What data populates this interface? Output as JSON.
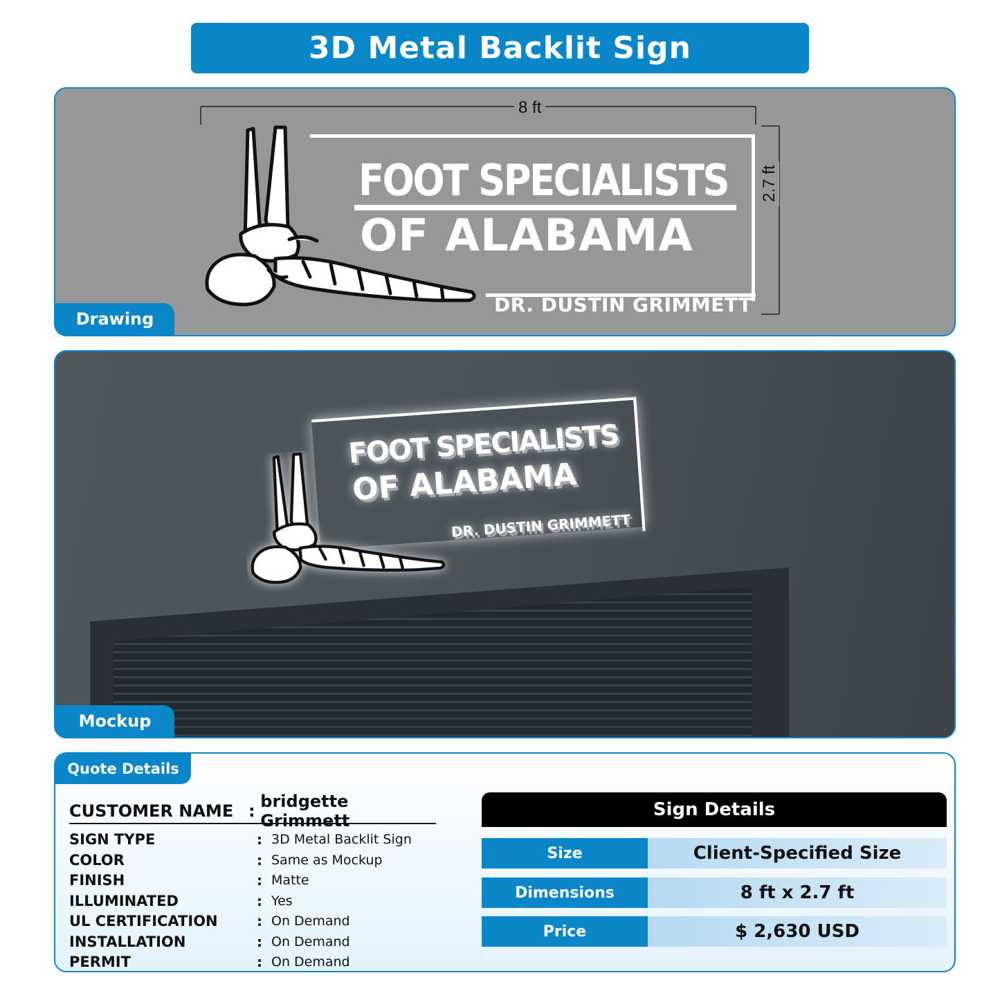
{
  "header": {
    "title": "3D Metal Backlit Sign"
  },
  "drawing": {
    "tag": "Drawing",
    "width_label": "8 ft",
    "height_label": "2.7 ft",
    "sign_line1": "FOOT SPECIALISTS",
    "sign_line2": "OF ALABAMA",
    "sign_line3": "DR. DUSTIN GRIMMETT"
  },
  "mockup": {
    "tag": "Mockup",
    "sign_line1": "FOOT SPECIALISTS",
    "sign_line2": "OF ALABAMA",
    "sign_line3": "DR. DUSTIN GRIMMETT"
  },
  "quote": {
    "tag": "Quote Details",
    "customer_label": "CUSTOMER NAME",
    "customer_value": "bridgette Grimmett",
    "colon": ":",
    "rows": [
      {
        "label": "SIGN TYPE",
        "value": "3D Metal Backlit  Sign"
      },
      {
        "label": "COLOR",
        "value": "Same as Mockup"
      },
      {
        "label": "FINISH",
        "value": "Matte"
      },
      {
        "label": "ILLUMINATED",
        "value": "Yes"
      },
      {
        "label": "UL CERTIFICATION",
        "value": "On Demand"
      },
      {
        "label": "INSTALLATION",
        "value": "On Demand"
      },
      {
        "label": "PERMIT",
        "value": "On Demand"
      }
    ],
    "sign_details": {
      "title": "Sign Details",
      "rows": [
        {
          "key": "Size",
          "value": "Client-Specified Size"
        },
        {
          "key": "Dimensions",
          "value": "8 ft x 2.7 ft"
        },
        {
          "key": "Price",
          "value": "$ 2,630 USD"
        }
      ]
    }
  },
  "colors": {
    "accent_blue": "#0a86c9",
    "drawing_bg": "#969798",
    "mockup_wall": "#4b535a"
  },
  "icons": {
    "sign_graphic": "foot-skeleton-icon"
  }
}
